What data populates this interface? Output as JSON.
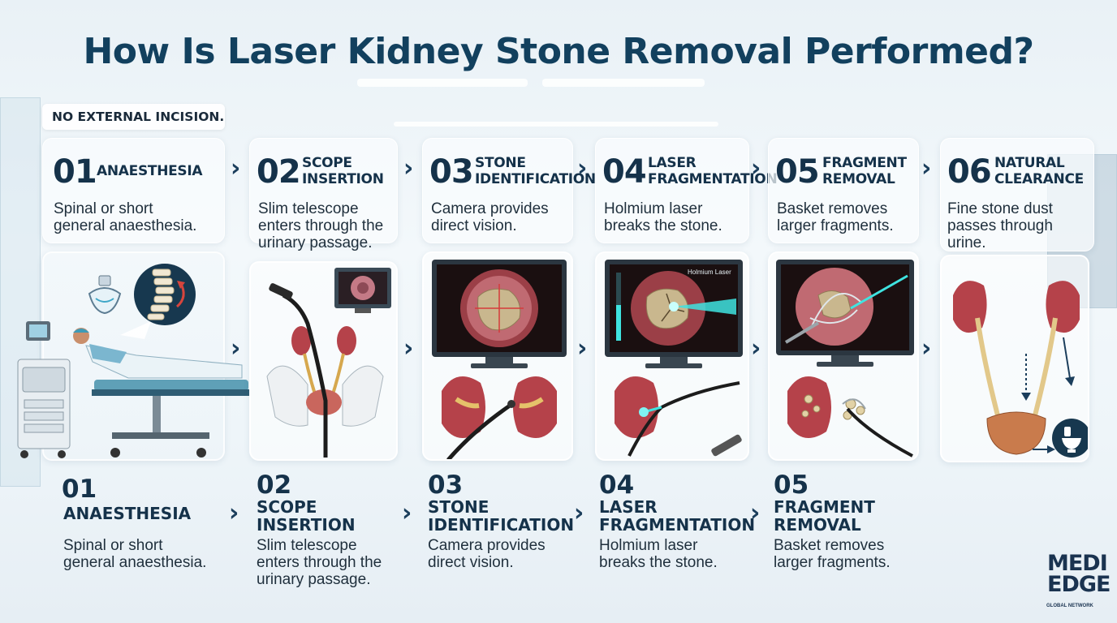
{
  "title": "How Is Laser Kidney Stone Removal Performed?",
  "note": "NO EXTERNAL INCISION.",
  "steps": [
    {
      "num": "01",
      "name_line1": "ANAESTHESIA",
      "name_line2": "",
      "desc_line1": "Spinal or short",
      "desc_line2": "general anaesthesia.",
      "desc_line3": ""
    },
    {
      "num": "02",
      "name_line1": "SCOPE",
      "name_line2": "INSERTION",
      "desc_line1": "Slim telescope",
      "desc_line2": "enters through the",
      "desc_line3": "urinary passage."
    },
    {
      "num": "03",
      "name_line1": "STONE",
      "name_line2": "IDENTIFICATION",
      "desc_line1": "Camera provides",
      "desc_line2": "direct vision.",
      "desc_line3": ""
    },
    {
      "num": "04",
      "name_line1": "LASER",
      "name_line2": "FRAGMENTATION",
      "desc_line1": "Holmium laser",
      "desc_line2": "breaks the stone.",
      "desc_line3": ""
    },
    {
      "num": "05",
      "name_line1": "FRAGMENT",
      "name_line2": "REMOVAL",
      "desc_line1": "Basket removes",
      "desc_line2": "larger fragments.",
      "desc_line3": ""
    },
    {
      "num": "06",
      "name_line1": "NATURAL",
      "name_line2": "CLEARANCE",
      "desc_line1": "Fine stone dust",
      "desc_line2": "passes through",
      "desc_line3": "urine."
    }
  ],
  "monitor_label": "Holmium Laser",
  "chevron": "›",
  "logo": {
    "line1": "MEDI",
    "line2": "EDGE",
    "tagline": "GLOBAL NETWORK"
  },
  "colors": {
    "title": "#12405e",
    "laser": "#3fe3e0",
    "kidney": "#b5424a",
    "accent": "#1b3e5c"
  },
  "icons": [
    "chevron-right-icon",
    "spine-icon",
    "oxygen-mask-icon",
    "monitor-icon",
    "toilet-icon",
    "kidney-icon"
  ]
}
